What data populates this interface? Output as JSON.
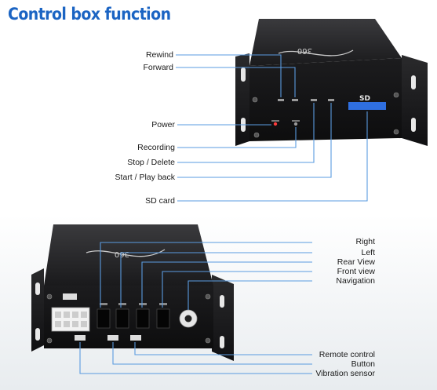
{
  "title": "Control box function",
  "device": {
    "top_logo": "360",
    "bottom_logo": "360",
    "sd_badge": "SD"
  },
  "top_labels": [
    "Rewind",
    "Forward",
    "Power",
    "Recording",
    "Stop / Delete",
    "Start / Play back",
    "SD card"
  ],
  "bottom_labels": [
    "Right",
    "Left",
    "Rear View",
    "Front view",
    "Navigation",
    "Remote control",
    "Button",
    "Vibration sensor"
  ],
  "colors": {
    "title": "#1b64c3",
    "leader_line": "#5a9be0",
    "device_body": "#1c1c1e",
    "sd_card": "#2f6fe0"
  }
}
